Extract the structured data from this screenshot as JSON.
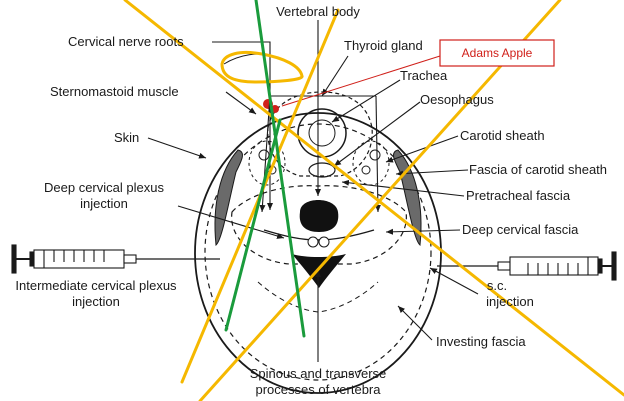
{
  "labels": {
    "vertebral_body": "Vertebral body",
    "cervical_nerve_roots": "Cervical nerve roots",
    "thyroid_gland": "Thyroid gland",
    "adams_apple": "Adams Apple",
    "trachea": "Trachea",
    "sternomastoid_muscle": "Sternomastoid muscle",
    "oesophagus": "Oesophagus",
    "skin": "Skin",
    "carotid_sheath": "Carotid sheath",
    "fascia_of_carotid_sheath": "Fascia of carotid sheath",
    "deep_cervical_plexus_line1": "Deep cervical plexus",
    "deep_cervical_plexus_line2": "injection",
    "pretracheal_fascia": "Pretracheal fascia",
    "deep_cervical_fascia": "Deep cervical fascia",
    "intermediate_line1": "Intermediate cervical plexus",
    "intermediate_line2": "injection",
    "sc_line1": "s.c.",
    "sc_line2": "injection",
    "investing_fascia": "Investing fascia",
    "spinous_line1": "Spinous and transverse",
    "spinous_line2": "processes of vertebra"
  },
  "colors": {
    "overlay_yellow": "#f5b800",
    "overlay_green": "#1a9b3c",
    "adams_apple_red": "#d0201a",
    "outline": "#1a1a1a"
  }
}
